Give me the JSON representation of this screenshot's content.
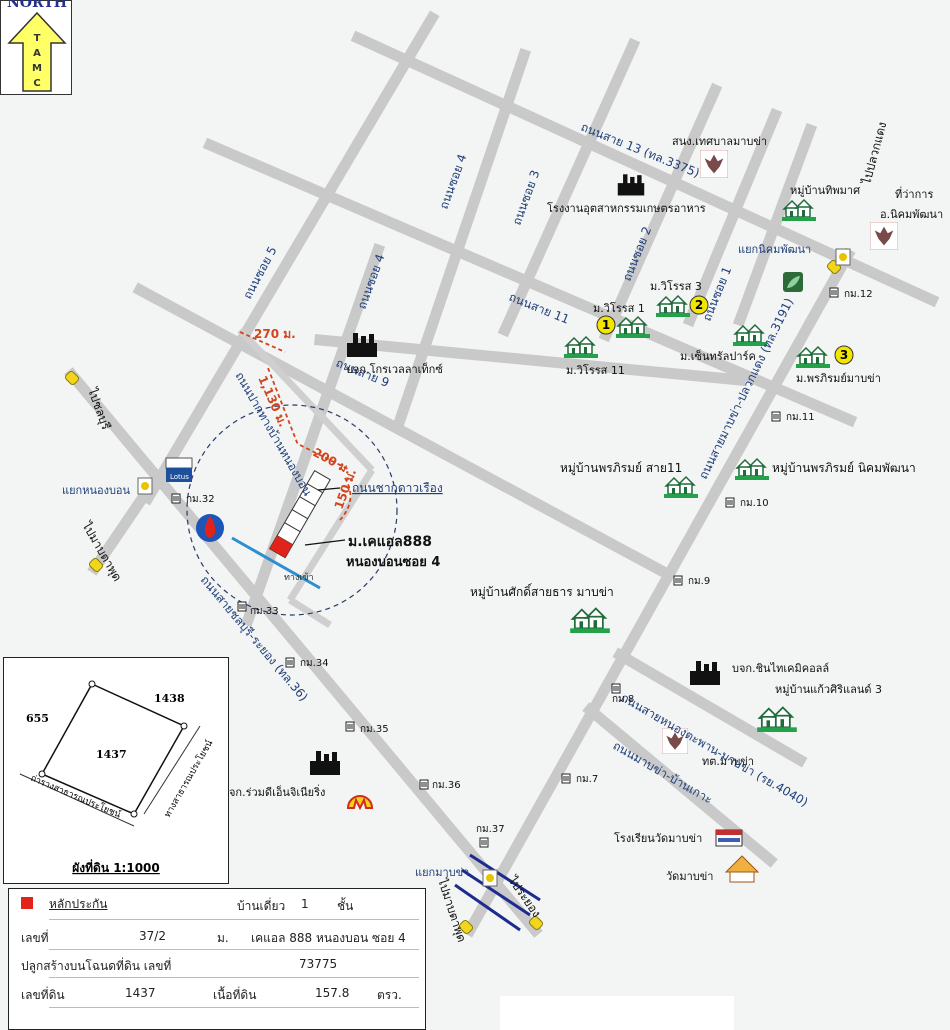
{
  "north": {
    "label": "NORTH",
    "badge": "TAMC"
  },
  "roads": {
    "sai13": "ถนนสาย 13 (ทล.3375)",
    "sai11": "ถนนสาย 11",
    "sai9": "ถนนสาย 9",
    "soi5": "ถนนซอย 5",
    "soi4a": "ถนนซอย 4",
    "soi4b": "ถนนซอย 4",
    "soi3": "ถนนซอย 3",
    "soi2": "ถนนซอย 2",
    "soi1": "ถนนซอย 1",
    "maptaphut_plaengyao": "ถนนสายมาบข่า-ปลวกแดง (ทล.3191)",
    "chonburi_rayong": "ถนนสายชลบุรี-ระยอง (ทล.36)",
    "nongtaphan": "ถนนสายหนองตะพาน-มาบข่า (รย.4040)",
    "mapkha_bankao": "ถนนมาบข่า-บ้านเกาะ",
    "pak_chong": "ถนนปากทางบ้านหนองบอน",
    "phak_chong_label": "ถนนชากดาวเรือง",
    "entry": "ทางเข้า"
  },
  "distances": {
    "d270": "270 ม.",
    "d1130": "1,130 ม.",
    "d200": "200 ม.",
    "d150": "150 ม."
  },
  "places": {
    "sanong": "สนง.เทศบาลมาบข่า",
    "factory_food": "โรงงานอุตสาหกรรมเกษตรอาหาร",
    "thiphamat": "หมู่บ้านทิพมาศ",
    "thiwakan1": "ที่ว่าการ",
    "thiwakan2": "อ.นิคมพัฒนา",
    "intersection_nikhom": "แยกนิคมพัฒนา",
    "wirot3": "ม.วิโรรส 3",
    "wirot1": "ม.วิโรรส 1",
    "wirot11": "ม.วิโรรส 11",
    "central_park": "ม.เซ็นทรัลปาร์ค",
    "pornpirom_mapkha": "ม.พรภิรมย์มาบข่า",
    "nongbon_intersection": "แยกหนองบอน",
    "lotus": "Lotus",
    "glow": "บจก.โกรเวลลาเท็กซ์",
    "km12": "กม.12",
    "km11": "กม.11",
    "km10": "กม.10",
    "km9": "กม.9",
    "km8": "กม.8",
    "km7": "กม.7",
    "km32": "กม.32",
    "km33": "กม.33",
    "km34": "กม.34",
    "km35": "กม.35",
    "km36": "กม.36",
    "km37": "กม.37",
    "kl888": "ม.เคแอล888",
    "nongbon_soi4": "หนองบอนซอย 4",
    "pornpirom_sai11": "หมู่บ้านพรภิรมย์ สาย11",
    "pornpirom_nikhom": "หมู่บ้านพรภิรมย์ นิคมพัฒนา",
    "saksaithan": "หมู่บ้านศักดิ์สายธาร มาบข่า",
    "chin_chemical": "บจก.ชินไทเคมิคอลล์",
    "kaew_siri": "หมู่บ้านแก้วศิริแลนด์ 3",
    "tt_mapkha": "ทต.มาบข่า",
    "ruam_dee": "บจก.ร่วมดีเอ็นจิเนียริ่ง",
    "school": "โรงเรียนวัดมาบข่า",
    "temple": "วัดมาบข่า",
    "mapkha_intersection": "แยกมาบข่า",
    "to_plaengyao": "ไปปลวกแดง",
    "to_chonburi": "ไปชลบุรี",
    "to_maptaphut1": "ไปมาบตาพุด",
    "to_maptaphut2": "ไปมาบตาพุด",
    "to_rayong": "ไประยอง",
    "n1": "1",
    "n2": "2",
    "n3": "3"
  },
  "lot": {
    "n1438": "1438",
    "n655": "655",
    "n1437": "1437",
    "road_left": "ถ่ารางสาธารณประโยชน์",
    "road_right": "ทางสาธารณประโยชน์",
    "caption": "ผังที่ดิน 1:1000"
  },
  "info": {
    "collateral_label": "หลักประกัน",
    "house_type": "บ้านเดี่ยว",
    "floors": "1",
    "floors_unit": "ชั้น",
    "no_label": "เลขที่",
    "no_value": "37/2",
    "village_label": "ม.",
    "village_value": "เคแอล 888 หนองบอน ซอย 4",
    "title_label": "ปลูกสร้างบนโฉนดที่ดิน เลขที่",
    "title_value": "73775",
    "land_no_label": "เลขที่ดิน",
    "land_no_value": "1437",
    "area_label": "เนื้อที่ดิน",
    "area_value": "157.8",
    "area_unit": "ตรว."
  },
  "colors": {
    "road_text": "#20407a",
    "marker_red": "#e0241b",
    "yellow": "#f2e600",
    "distance": "#d2451e"
  }
}
